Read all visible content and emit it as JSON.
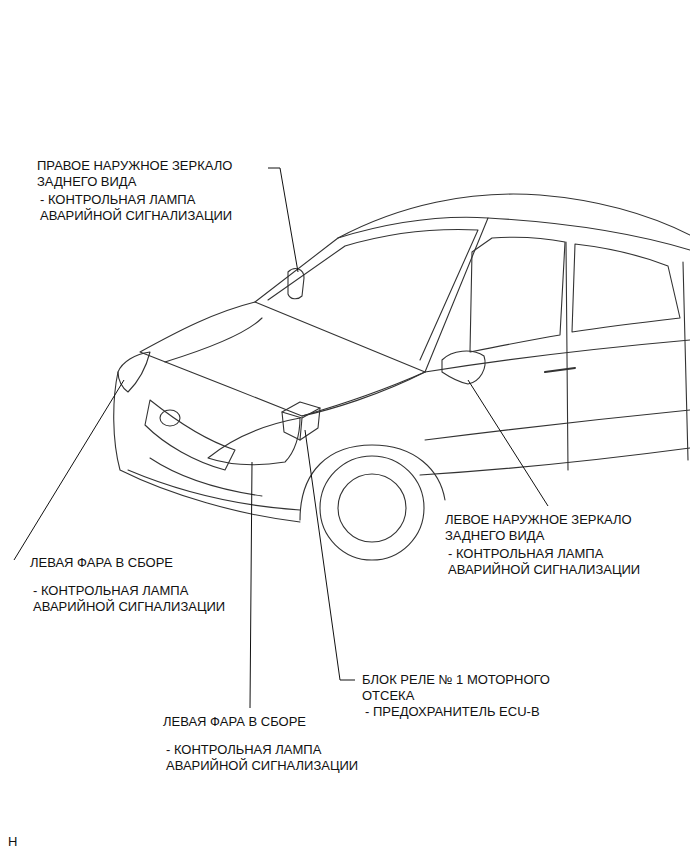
{
  "diagram": {
    "labels": [
      "ПРАВОЕ НАРУЖНОЕ ЗЕРКАЛО ЗАДНЕГО ВИДА",
      "- КОНТРОЛЬНАЯ ЛАМПА АВАРИЙНОЙ СИГНАЛИЗАЦИИ",
      "ЛЕВОЕ НАРУЖНОЕ ЗЕРКАЛО ЗАДНЕГО ВИДА",
      "- КОНТРОЛЬНАЯ ЛАМПА АВАРИЙНОЙ СИГНАЛИЗАЦИИ",
      "ЛЕВАЯ ФАРА В СБОРЕ",
      "- КОНТРОЛЬНАЯ ЛАМПА АВАРИЙНОЙ СИГНАЛИЗАЦИИ",
      "БЛОК РЕЛЕ № 1 МОТОРНОГО ОТСЕКА",
      "- ПРЕДОХРАНИТЕЛЬ ECU-B",
      "ЛЕВАЯ ФАРА В СБОРЕ",
      "- КОНТРОЛЬНАЯ ЛАМПА АВАРИЙНОЙ СИГНАЛИЗАЦИИ",
      "H"
    ]
  }
}
